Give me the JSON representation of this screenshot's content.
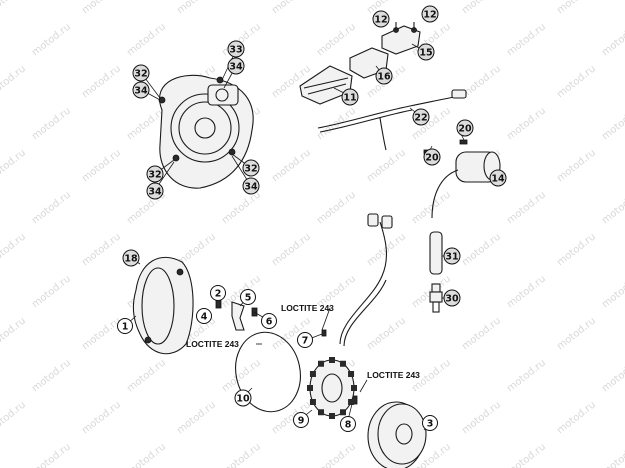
{
  "watermark": "motod.ru",
  "notes": {
    "loctite_1": "LOCTITE 243",
    "loctite_2": "LOCTITE 243",
    "loctite_3": "LOCTITE 243"
  },
  "callouts": {
    "c1": "1",
    "c2": "2",
    "c3": "3",
    "c4": "4",
    "c5": "5",
    "c6": "6",
    "c7": "7",
    "c8": "8",
    "c9": "9",
    "c10": "10",
    "c11": "11",
    "c12a": "12",
    "c12b": "12",
    "c14": "14",
    "c15": "15",
    "c16": "16",
    "c18": "18",
    "c20a": "20",
    "c20b": "20",
    "c22": "22",
    "c30": "30",
    "c31": "31",
    "c32a": "32",
    "c32b": "32",
    "c32c": "32",
    "c33": "33",
    "c34a": "34",
    "c34b": "34",
    "c34c": "34",
    "c34d": "34"
  }
}
